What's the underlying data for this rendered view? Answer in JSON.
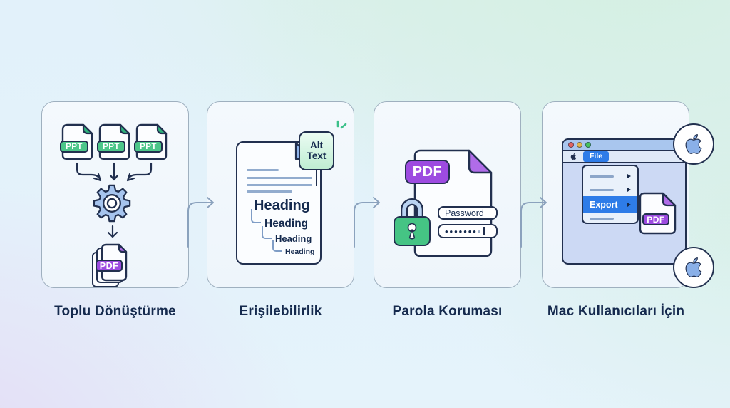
{
  "cards": [
    {
      "id": "batch-conversion",
      "label": "Toplu Dönüştürme",
      "ppt_badge": "PPT",
      "pdf_badge": "PDF"
    },
    {
      "id": "accessibility",
      "label": "Erişilebilirlik",
      "alt_tag": {
        "line1": "Alt",
        "line2": "Text"
      },
      "headings": [
        "Heading",
        "Heading",
        "Heading",
        "Heading"
      ]
    },
    {
      "id": "password-protection",
      "label": "Parola Koruması",
      "pdf_badge": "PDF",
      "password_field": {
        "value": "Password"
      },
      "masked_field": {
        "dots": "•••••••",
        "last_dot": "•"
      }
    },
    {
      "id": "mac-users",
      "label": "Mac Kullanıcıları İçin",
      "menubar": {
        "file": "File"
      },
      "menu": {
        "export": "Export"
      },
      "pdf_badge": "PDF"
    }
  ],
  "icons": {
    "gear-icon": "svg-gear",
    "apple-logo-icon": "svg-apple",
    "flow-arrow-icon": "svg-curved-arrow",
    "converge-arrows-icon": "svg-three-arrows",
    "padlock-icon": "svg-padlock",
    "sparkle-icon": "svg-sparkle-lines",
    "traffic-lights-icon": "css-circles"
  },
  "colors": {
    "navy_outline": "#22304f",
    "green_accent": "#4cc689",
    "purple_accent": "#9d4be0",
    "blue_accent": "#2e7ce8",
    "gear_blue": "#a6c4ee",
    "mint_bg": "#d5efe1",
    "lavender_bg": "#e4daf5",
    "blue_bg": "#e2f1fa"
  }
}
